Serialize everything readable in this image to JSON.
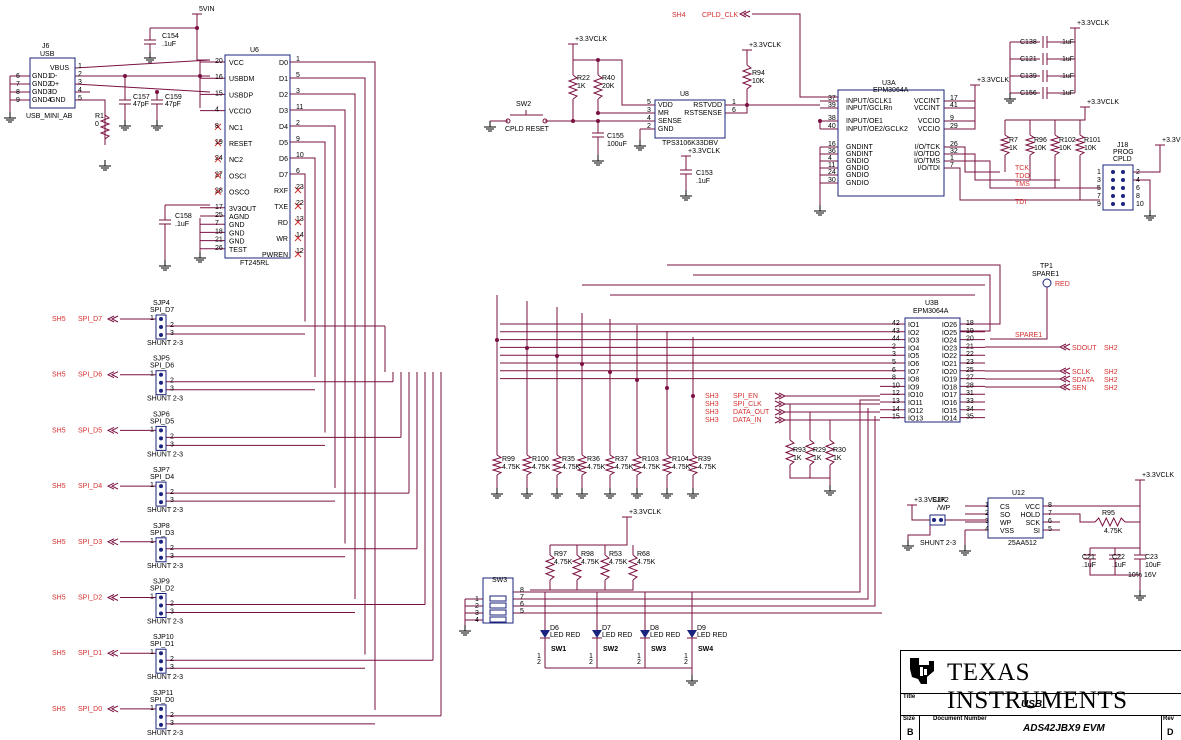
{
  "nets": {
    "v5": "5VIN",
    "v33": "+3.3VCLK",
    "cpld_clk": "CPLD_CLK",
    "sh4": "SH4",
    "spare1": "SPARE1",
    "tck": "TCK",
    "tdo": "TDO",
    "tms": "TMS",
    "tdi": "TDI"
  },
  "usb_conn": {
    "ref": "J6",
    "name": "USB",
    "pins": [
      "GND1",
      "GND2",
      "GND3",
      "GND4",
      "VBUS",
      "D-",
      "D+",
      "ID",
      "GND"
    ],
    "nums": [
      "6",
      "7",
      "8",
      "9",
      "1",
      "2",
      "3",
      "4",
      "5"
    ],
    "footprint": "USB_MINI_AB"
  },
  "u6": {
    "ref": "U6",
    "part": "FT245RL",
    "left_pins": [
      {
        "num": "20",
        "name": "VCC"
      },
      {
        "num": "16",
        "name": "USBDM"
      },
      {
        "num": "15",
        "name": "USBDP"
      },
      {
        "num": "4",
        "name": "VCCIO"
      },
      {
        "num": "8",
        "name": "NC1"
      },
      {
        "num": "19",
        "name": "RESET"
      },
      {
        "num": "24",
        "name": "NC2"
      },
      {
        "num": "27",
        "name": "OSCI"
      },
      {
        "num": "28",
        "name": "OSCO"
      },
      {
        "num": "17",
        "name": "3V3OUT"
      },
      {
        "num": "25",
        "name": "AGND"
      },
      {
        "num": "7",
        "name": "GND"
      },
      {
        "num": "18",
        "name": "GND"
      },
      {
        "num": "21",
        "name": "GND"
      },
      {
        "num": "26",
        "name": "TEST"
      }
    ],
    "right_pins": [
      {
        "num": "1",
        "name": "D0"
      },
      {
        "num": "5",
        "name": "D1"
      },
      {
        "num": "3",
        "name": "D2"
      },
      {
        "num": "11",
        "name": "D3"
      },
      {
        "num": "2",
        "name": "D4"
      },
      {
        "num": "9",
        "name": "D5"
      },
      {
        "num": "10",
        "name": "D6"
      },
      {
        "num": "6",
        "name": "D7"
      },
      {
        "num": "23",
        "name": "RXF"
      },
      {
        "num": "22",
        "name": "TXE"
      },
      {
        "num": "13",
        "name": "RD"
      },
      {
        "num": "14",
        "name": "WR"
      },
      {
        "num": "12",
        "name": "PWREN"
      }
    ]
  },
  "caps_top": [
    {
      "ref": "C154",
      "val": ".1uF"
    },
    {
      "ref": "C157",
      "val": "47pF"
    },
    {
      "ref": "C159",
      "val": "47pF"
    },
    {
      "ref": "C158",
      "val": ".1uF"
    }
  ],
  "r1": {
    "ref": "R1",
    "val": "0"
  },
  "u8": {
    "ref": "U8",
    "part": "TPS3106K33DBV",
    "left": [
      {
        "num": "5",
        "name": "VDD"
      },
      {
        "num": "3",
        "name": "MR"
      },
      {
        "num": "4",
        "name": "SENSE"
      },
      {
        "num": "2",
        "name": "GND"
      }
    ],
    "right": [
      {
        "num": "1",
        "name": "RSTVDD"
      },
      {
        "num": "6",
        "name": "RSTSENSE"
      }
    ]
  },
  "u8_parts": {
    "r22": "R22",
    "r22v": "1K",
    "r40": "R40",
    "r40v": "20K",
    "c155": "C155",
    "c155v": "100uF",
    "c153": "C153",
    "c153v": ".1uF",
    "r94": "R94",
    "r94v": "10K",
    "sw2": "SW2",
    "sw2n": "CPLD RESET"
  },
  "u3a": {
    "ref": "U3A",
    "part": "EPM3064A",
    "left": [
      {
        "num": "37",
        "name": "INPUT/GCLK1"
      },
      {
        "num": "39",
        "name": "INPUT/GCLRn"
      },
      {
        "num": "38",
        "name": "INPUT/OE1"
      },
      {
        "num": "40",
        "name": "INPUT/OE2/GCLK2"
      },
      {
        "num": "16",
        "name": "GNDINT"
      },
      {
        "num": "36",
        "name": "GNDINT"
      },
      {
        "num": "4",
        "name": "GNDIO"
      },
      {
        "num": "11",
        "name": "GNDIO"
      },
      {
        "num": "24",
        "name": "GNDIO"
      },
      {
        "num": "30",
        "name": "GNDIO"
      }
    ],
    "right": [
      {
        "num": "17",
        "name": "VCCINT"
      },
      {
        "num": "41",
        "name": "VCCINT"
      },
      {
        "num": "9",
        "name": "VCCIO"
      },
      {
        "num": "29",
        "name": "VCCIO"
      },
      {
        "num": "26",
        "name": "I/O/TCK"
      },
      {
        "num": "32",
        "name": "I/O/TDO"
      },
      {
        "num": "1",
        "name": "I/O/TMS"
      },
      {
        "num": "7",
        "name": "I/O/TDI"
      }
    ]
  },
  "decoup": [
    {
      "ref": "C138",
      "val": ".1uF"
    },
    {
      "ref": "C121",
      "val": ".1uF"
    },
    {
      "ref": "C139",
      "val": ".1uF"
    },
    {
      "ref": "C156",
      "val": ".1uF"
    }
  ],
  "jtag_r": [
    {
      "ref": "R7",
      "val": "1K"
    },
    {
      "ref": "R96",
      "val": "10K"
    },
    {
      "ref": "R102",
      "val": "10K"
    },
    {
      "ref": "R101",
      "val": "10K"
    }
  ],
  "j18": {
    "ref": "J18",
    "l1": "PROG",
    "l2": "CPLD",
    "left": [
      "1",
      "3",
      "5",
      "7",
      "9"
    ],
    "right": [
      "2",
      "4",
      "6",
      "8",
      "10"
    ]
  },
  "tp1": {
    "ref": "TP1",
    "name": "SPARE1",
    "color": "RED"
  },
  "u3b": {
    "ref": "U3B",
    "part": "EPM3064A",
    "left": [
      {
        "num": "42",
        "name": "IO1"
      },
      {
        "num": "43",
        "name": "IO2"
      },
      {
        "num": "44",
        "name": "IO3"
      },
      {
        "num": "2",
        "name": "IO4"
      },
      {
        "num": "3",
        "name": "IO5"
      },
      {
        "num": "5",
        "name": "IO6"
      },
      {
        "num": "6",
        "name": "IO7"
      },
      {
        "num": "8",
        "name": "IO8"
      },
      {
        "num": "10",
        "name": "IO9"
      },
      {
        "num": "12",
        "name": "IO10"
      },
      {
        "num": "13",
        "name": "IO11"
      },
      {
        "num": "14",
        "name": "IO12"
      },
      {
        "num": "15",
        "name": "IO13"
      }
    ],
    "right": [
      {
        "num": "18",
        "name": "IO26"
      },
      {
        "num": "19",
        "name": "IO25"
      },
      {
        "num": "20",
        "name": "IO24"
      },
      {
        "num": "21",
        "name": "IO23"
      },
      {
        "num": "22",
        "name": "IO22"
      },
      {
        "num": "23",
        "name": "IO21"
      },
      {
        "num": "25",
        "name": "IO20"
      },
      {
        "num": "27",
        "name": "IO19"
      },
      {
        "num": "28",
        "name": "IO18"
      },
      {
        "num": "31",
        "name": "IO17"
      },
      {
        "num": "33",
        "name": "IO16"
      },
      {
        "num": "34",
        "name": "IO15"
      },
      {
        "num": "35",
        "name": "IO14"
      }
    ]
  },
  "sh2_nets": [
    {
      "net": "SDOUT",
      "sheet": "SH2"
    },
    {
      "net": "SCLK",
      "sheet": "SH2"
    },
    {
      "net": "SDATA",
      "sheet": "SH2"
    },
    {
      "net": "SEN",
      "sheet": "SH2"
    }
  ],
  "sh3_nets": [
    {
      "net": "SPI_EN",
      "sheet": "SH3"
    },
    {
      "net": "SPI_CLK",
      "sheet": "SH3"
    },
    {
      "net": "DATA_OUT",
      "sheet": "SH3"
    },
    {
      "net": "DATA_IN",
      "sheet": "SH3"
    }
  ],
  "pulldowns": [
    {
      "ref": "R99",
      "val": "4.75K"
    },
    {
      "ref": "R100",
      "val": "4.75K"
    },
    {
      "ref": "R35",
      "val": "4.75K"
    },
    {
      "ref": "R36",
      "val": "4.75K"
    },
    {
      "ref": "R37",
      "val": "4.75K"
    },
    {
      "ref": "R103",
      "val": "4.75K"
    },
    {
      "ref": "R104",
      "val": "4.75K"
    },
    {
      "ref": "R39",
      "val": "4.75K"
    }
  ],
  "r_spi": [
    {
      "ref": "R93",
      "val": "1K"
    },
    {
      "ref": "R29",
      "val": "1K"
    },
    {
      "ref": "R30",
      "val": "1K"
    }
  ],
  "jumpers": [
    {
      "ref": "SJP4",
      "net": "SPI_D7",
      "sheet": "SH5",
      "shunt": "SHUNT 2-3"
    },
    {
      "ref": "SJP5",
      "net": "SPI_D6",
      "sheet": "SH5",
      "shunt": "SHUNT 2-3"
    },
    {
      "ref": "SJP6",
      "net": "SPI_D5",
      "sheet": "SH5",
      "shunt": "SHUNT 2-3"
    },
    {
      "ref": "SJP7",
      "net": "SPI_D4",
      "sheet": "SH5",
      "shunt": "SHUNT 2-3"
    },
    {
      "ref": "SJP8",
      "net": "SPI_D3",
      "sheet": "SH5",
      "shunt": "SHUNT 2-3"
    },
    {
      "ref": "SJP9",
      "net": "SPI_D2",
      "sheet": "SH5",
      "shunt": "SHUNT 2-3"
    },
    {
      "ref": "SJP10",
      "net": "SPI_D1",
      "sheet": "SH5",
      "shunt": "SHUNT 2-3"
    },
    {
      "ref": "SJP11",
      "net": "SPI_D0",
      "sheet": "SH5",
      "shunt": "SHUNT 2-3"
    }
  ],
  "led_r": [
    {
      "ref": "R97",
      "val": "4.75K"
    },
    {
      "ref": "R98",
      "val": "4.75K"
    },
    {
      "ref": "R53",
      "val": "4.75K"
    },
    {
      "ref": "R68",
      "val": "4.75K"
    }
  ],
  "leds": [
    {
      "ref": "D6",
      "val": "LED RED",
      "sw": "SW1"
    },
    {
      "ref": "D7",
      "val": "LED RED",
      "sw": "SW2"
    },
    {
      "ref": "D8",
      "val": "LED RED",
      "sw": "SW3"
    },
    {
      "ref": "D9",
      "val": "LED RED",
      "sw": "SW4"
    }
  ],
  "sw3": {
    "ref": "SW3",
    "pins_l": [
      "1",
      "2",
      "3",
      "4"
    ],
    "pins_r": [
      "8",
      "7",
      "6",
      "5"
    ]
  },
  "sjp2": {
    "ref": "SJP2",
    "net": "/WP",
    "shunt": "SHUNT 2-3"
  },
  "u12": {
    "ref": "U12",
    "part": "25AA512",
    "left": [
      {
        "num": "1",
        "name": "CS"
      },
      {
        "num": "2",
        "name": "SO"
      },
      {
        "num": "3",
        "name": "WP"
      },
      {
        "num": "4",
        "name": "VSS"
      }
    ],
    "right": [
      {
        "num": "8",
        "name": "VCC"
      },
      {
        "num": "7",
        "name": "HOLD"
      },
      {
        "num": "6",
        "name": "SCK"
      },
      {
        "num": "5",
        "name": "SI"
      }
    ]
  },
  "u12_parts": {
    "r95": "R95",
    "r95v": "4.75K",
    "c21": "C21",
    "c21v": ".1uF",
    "c22": "C22",
    "c22v": ".1uF",
    "c23": "C23",
    "c23v": "10uF",
    "c23v2": "10% 16V"
  },
  "title_block": {
    "company": "TEXAS INSTRUMENTS",
    "title_label": "Title",
    "title": "USB",
    "size_label": "Size",
    "size": "B",
    "docnum_label": "Document Number",
    "docnum": "ADS42JBX9 EVM",
    "rev_label": "Rev",
    "rev": "D"
  },
  "colors": {
    "wire": "#7a1040",
    "body": "#1a237e",
    "netlabel": "#d32f2f"
  }
}
